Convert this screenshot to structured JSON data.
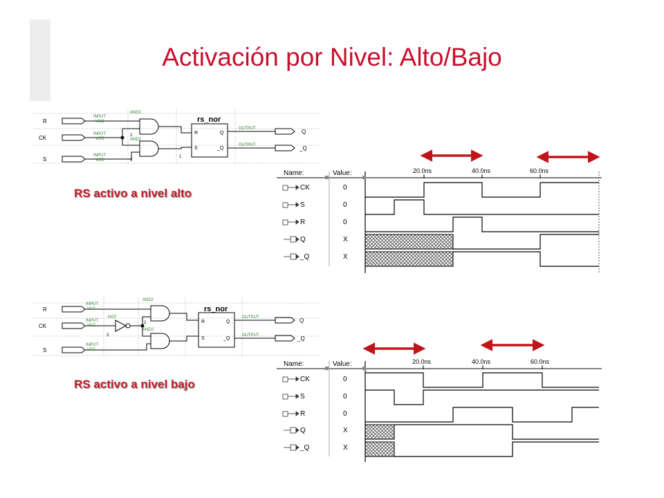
{
  "slide": {
    "title": "Activación por Nivel: Alto/Bajo"
  },
  "colors": {
    "title": "#c8102e",
    "caption": "#c0202a",
    "arrow": "#c0141a",
    "hatch": "#555555",
    "schematic_green": "#2f7f2f"
  },
  "top": {
    "caption": "RS activo a nivel alto",
    "schematic": {
      "inputs": [
        "R",
        "CK",
        "S"
      ],
      "input_tag": "INPUT",
      "vcc_tag": "VCC",
      "gate_labels": [
        "AND2",
        "AND2"
      ],
      "pin_numbers": [
        "2",
        "3"
      ],
      "block_name": "rs_nor",
      "block_pins": [
        "R",
        "S",
        "Q",
        "_Q",
        "1"
      ],
      "output_tag": "OUTPUT",
      "outputs": [
        "Q",
        "_Q"
      ]
    },
    "waveform": {
      "header_name": "Name:",
      "header_value": "Value:",
      "time_labels": [
        "20.0ns",
        "40.0ns",
        "60.0ns"
      ],
      "signals": [
        {
          "name": "CK",
          "value": "0",
          "kind": "input"
        },
        {
          "name": "S",
          "value": "0",
          "kind": "input"
        },
        {
          "name": "R",
          "value": "0",
          "kind": "input"
        },
        {
          "name": "Q",
          "value": "X",
          "kind": "output"
        },
        {
          "name": "_Q",
          "value": "X",
          "kind": "output"
        }
      ],
      "arrow_icons": [
        "double-arrow-icon",
        "double-arrow-icon"
      ]
    }
  },
  "bottom": {
    "caption": "RS activo a nivel bajo",
    "schematic": {
      "inputs": [
        "R",
        "CK",
        "S"
      ],
      "input_tag": "INPUT",
      "vcc_tag": "VCC",
      "not_label": "NOT",
      "gate_labels": [
        "AND2",
        "AND2"
      ],
      "pin_numbers": [
        "2",
        "3"
      ],
      "block_name": "rs_nor",
      "block_pins": [
        "R",
        "S",
        "Q",
        "_Q"
      ],
      "output_tag": "OUTPUT",
      "outputs": [
        "Q",
        "_Q"
      ]
    },
    "waveform": {
      "header_name": "Name:",
      "header_value": "Value:",
      "time_labels": [
        "20.0ns",
        "40.0ns",
        "60.0ns"
      ],
      "signals": [
        {
          "name": "CK",
          "value": "0",
          "kind": "input"
        },
        {
          "name": "S",
          "value": "0",
          "kind": "input"
        },
        {
          "name": "R",
          "value": "0",
          "kind": "input"
        },
        {
          "name": "Q",
          "value": "X",
          "kind": "output"
        },
        {
          "name": "_Q",
          "value": "X",
          "kind": "output"
        }
      ],
      "arrow_icons": [
        "double-arrow-icon",
        "double-arrow-icon"
      ]
    }
  }
}
